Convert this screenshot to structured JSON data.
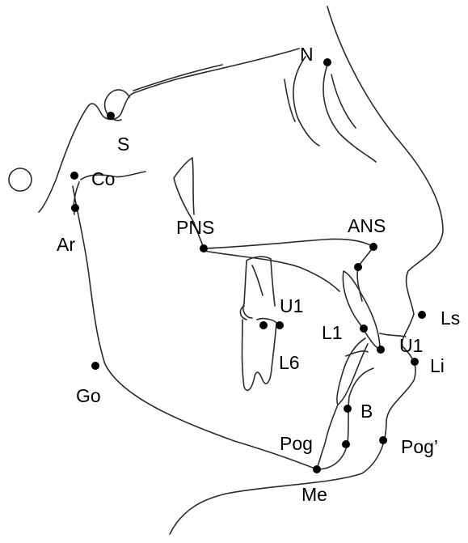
{
  "landmarks": {
    "n": "N",
    "s": "S",
    "co": "Co",
    "ar": "Ar",
    "pns": "PNS",
    "ans": "ANS",
    "u1_molar": "U1",
    "l6": "L6",
    "l1": "L1",
    "u1_incisor": "U1",
    "ls": "Ls",
    "li": "Li",
    "go": "Go",
    "b": "B",
    "pog": "Pog",
    "pog_soft": "Pog’",
    "me": "Me"
  },
  "colors": {
    "line": "#2b2b2b",
    "dot": "#000000",
    "background": "#ffffff"
  }
}
